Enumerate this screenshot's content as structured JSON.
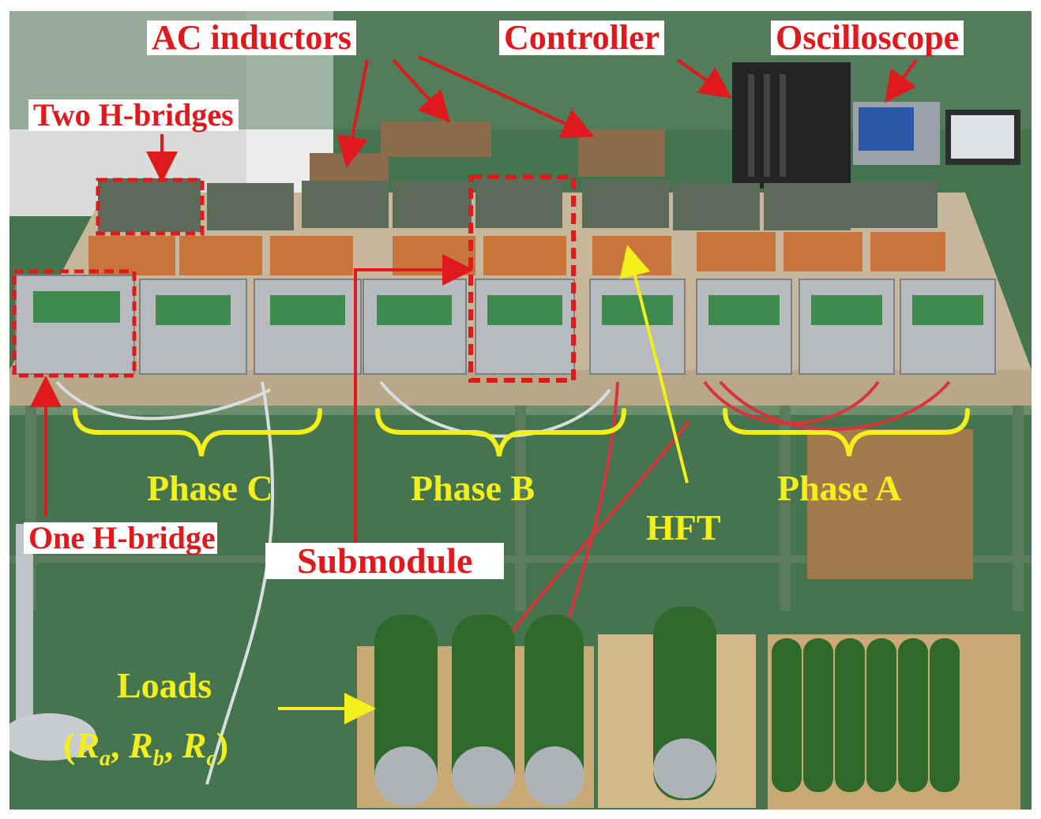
{
  "labels": {
    "ac_inductors": "AC inductors",
    "controller": "Controller",
    "oscilloscope": "Oscilloscope",
    "two_h_bridges": "Two H-bridges",
    "one_h_bridge": "One H-bridge",
    "submodule": "Submodule",
    "phase_c": "Phase C",
    "phase_b": "Phase B",
    "phase_a": "Phase A",
    "hft": "HFT",
    "loads": "Loads",
    "loads_open": "(",
    "ra_main": "R",
    "ra_sub": "a",
    "sep1": ", ",
    "rb_main": "R",
    "rb_sub": "b",
    "sep2": ", ",
    "rc_main": "R",
    "rc_sub": "c",
    "loads_close": ")"
  },
  "colors": {
    "annotation_red": "#e0191c",
    "annotation_yellow": "#f3ef1a",
    "floor_green": "#3f6f4a",
    "resistor_green": "#2f6a2c"
  }
}
